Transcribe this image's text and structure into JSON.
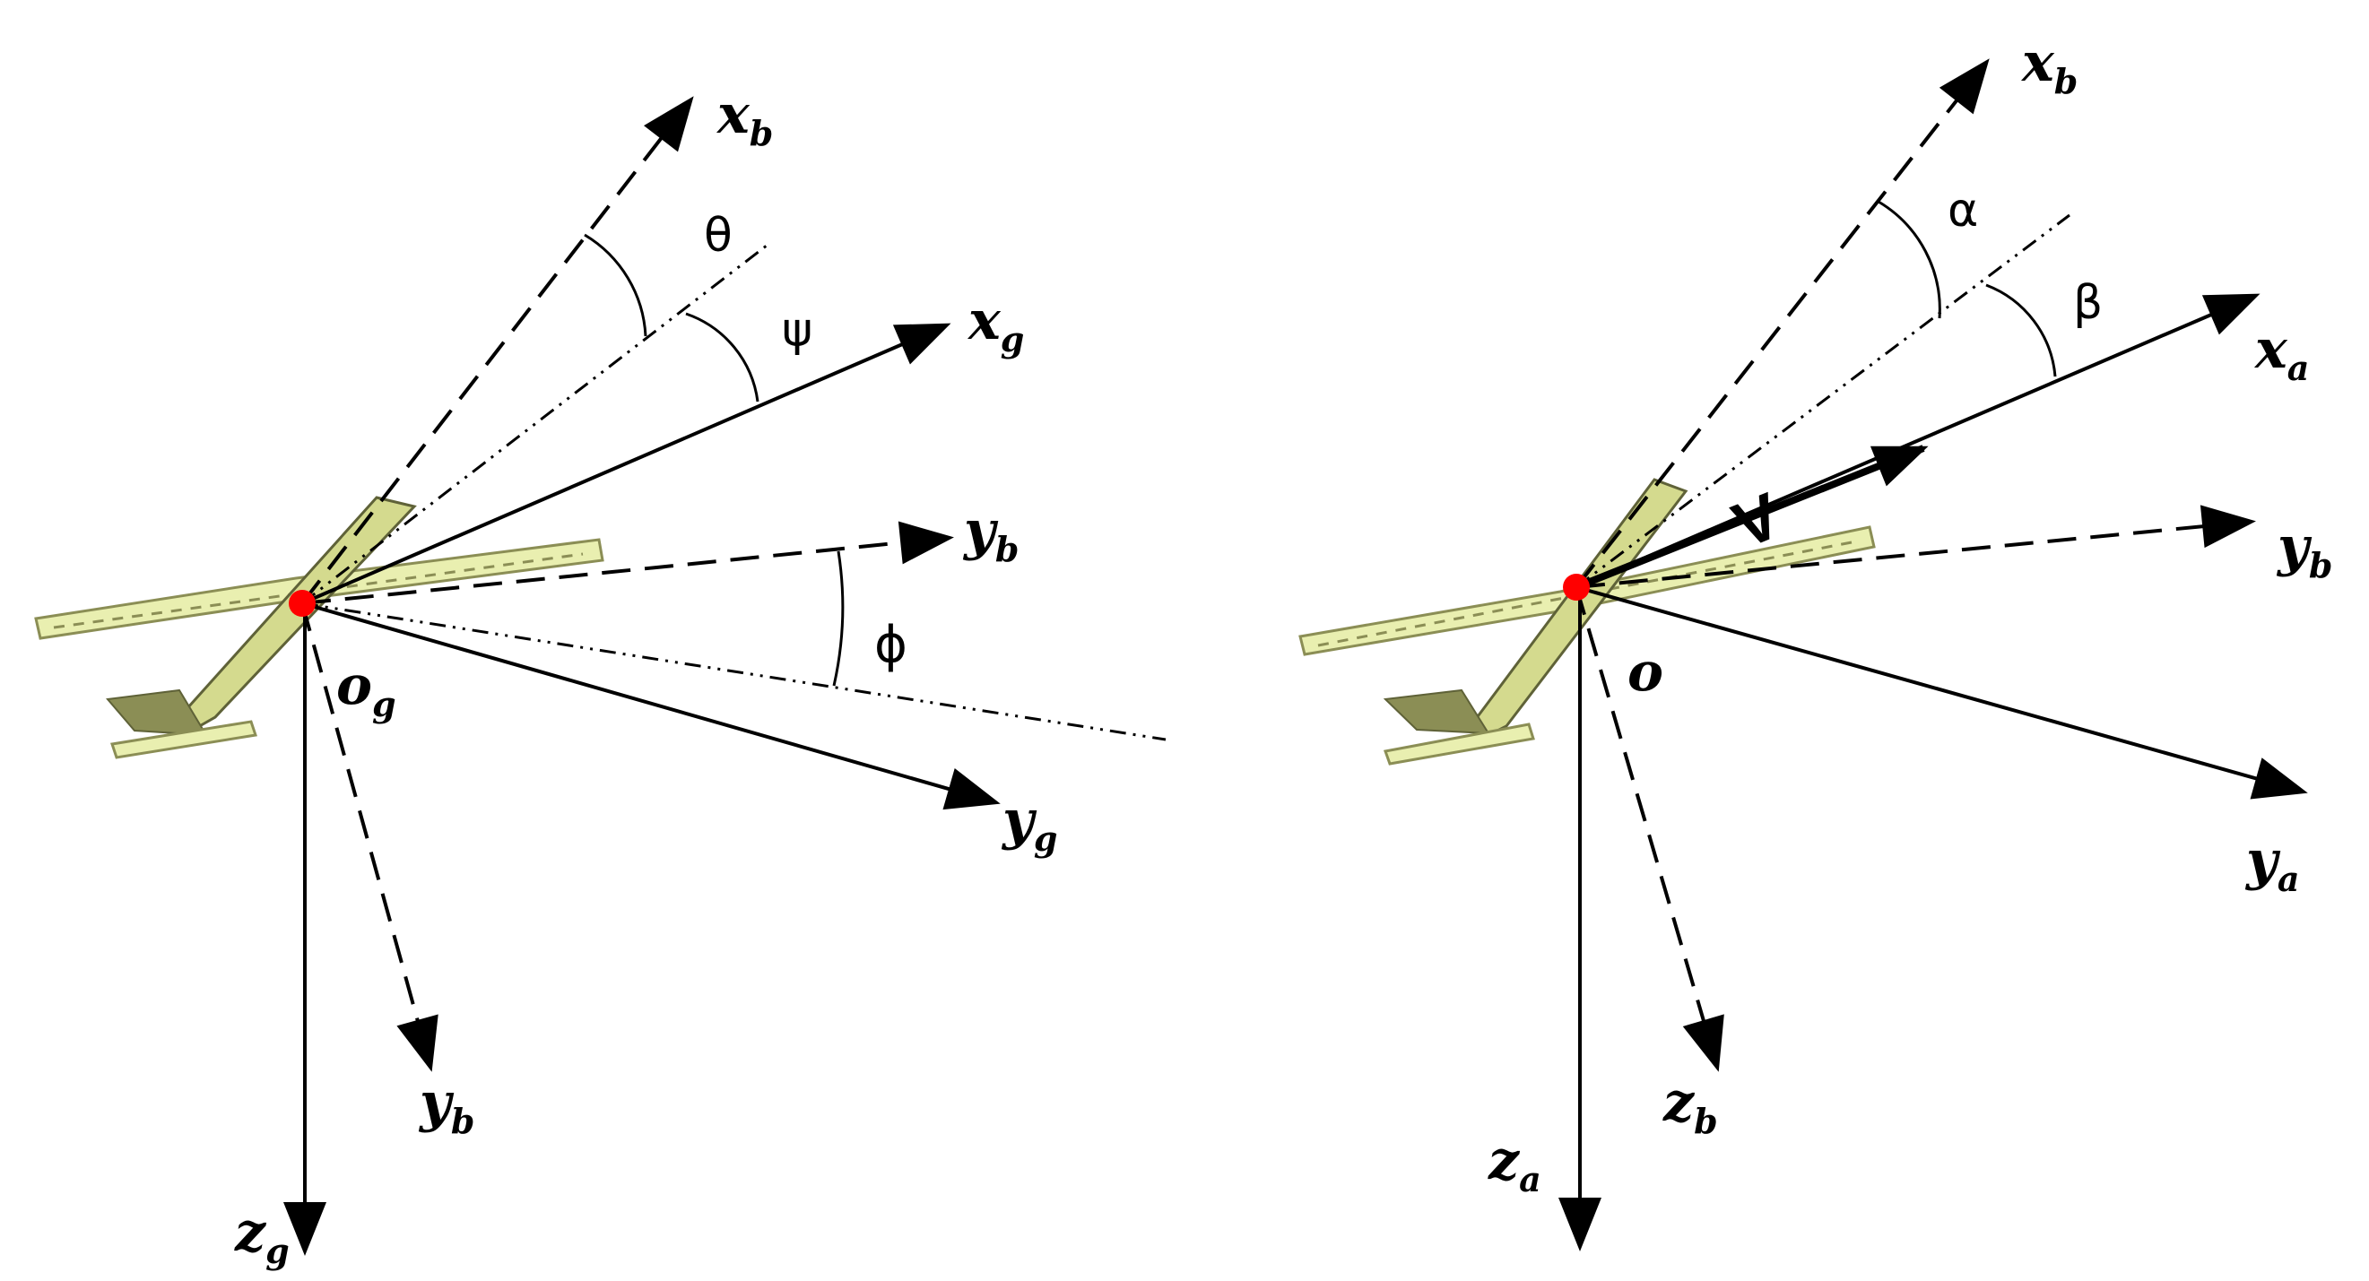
{
  "colors": {
    "line": "#000000",
    "origin": "#ff0000",
    "plane_fill": "#e9efb0",
    "plane_shade": "#8b8e55",
    "plane_dark": "#5f6238"
  },
  "left_frame": {
    "axes": {
      "xb": {
        "base": "x",
        "sub": "b"
      },
      "xg": {
        "base": "x",
        "sub": "g"
      },
      "yb_right": {
        "base": "y",
        "sub": "b"
      },
      "yg": {
        "base": "y",
        "sub": "g"
      },
      "yb_down": {
        "base": "y",
        "sub": "b"
      },
      "zg": {
        "base": "z",
        "sub": "g"
      }
    },
    "origin": {
      "base": "o",
      "sub": "g"
    },
    "angles": {
      "theta": "θ",
      "psi": "ψ",
      "phi": "ϕ"
    }
  },
  "right_frame": {
    "axes": {
      "xb": {
        "base": "x",
        "sub": "b"
      },
      "xa": {
        "base": "x",
        "sub": "a"
      },
      "yb": {
        "base": "y",
        "sub": "b"
      },
      "ya": {
        "base": "y",
        "sub": "a"
      },
      "zb": {
        "base": "z",
        "sub": "b"
      },
      "za": {
        "base": "z",
        "sub": "a"
      }
    },
    "origin": "o",
    "velocity": "V",
    "angles": {
      "alpha": "α",
      "beta": "β"
    }
  }
}
